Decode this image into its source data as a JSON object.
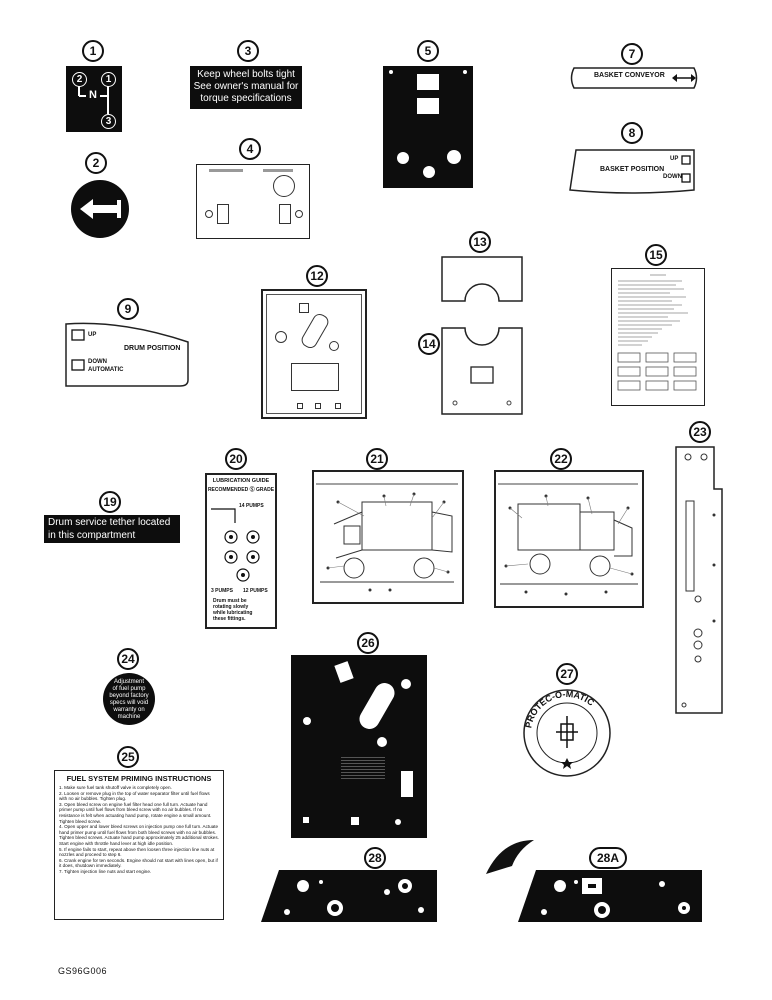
{
  "callouts": {
    "c1": "1",
    "c2": "2",
    "c3": "3",
    "c4": "4",
    "c5": "5",
    "c7": "7",
    "c8": "8",
    "c9": "9",
    "c12": "12",
    "c13": "13",
    "c14": "14",
    "c15": "15",
    "c19": "19",
    "c20": "20",
    "c21": "21",
    "c22": "22",
    "c23": "23",
    "c24": "24",
    "c25": "25",
    "c26": "26",
    "c27": "27",
    "c28": "28",
    "c28a": "28A"
  },
  "decal1": {
    "n": "N",
    "g1": "1",
    "g2": "2",
    "g3": "3"
  },
  "decal3": {
    "line1": "Keep wheel bolts tight",
    "line2": "See owner's manual for",
    "line3": "torque specifications"
  },
  "decal7": {
    "label": "BASKET CONVEYOR"
  },
  "decal8": {
    "label": "BASKET POSITION",
    "up": "UP",
    "down": "DOWN"
  },
  "decal9": {
    "up": "UP",
    "position": "DRUM POSITION",
    "down": "DOWN",
    "auto": "AUTOMATIC"
  },
  "decal19": {
    "line1": "Drum service tether located",
    "line2": "in this compartment"
  },
  "decal20": {
    "title1": "LUBRICATION GUIDE",
    "title2": "RECOMMENDED Ⓢ GRADE",
    "pumps_a": "14 PUMPS",
    "pumps_b": "3 PUMPS",
    "pumps_c": "12 PUMPS",
    "note1": "Drum must be",
    "note2": "rotating slowly",
    "note3": "while lubricating",
    "note4": "these fittings."
  },
  "decal24": {
    "line1": "Adjustment",
    "line2": "of fuel pump",
    "line3": "beyond factory",
    "line4": "specs will void",
    "line5": "warranty on",
    "line6": "machine"
  },
  "decal25": {
    "title": "FUEL SYSTEM PRIMING INSTRUCTIONS",
    "steps": [
      "1. Make sure fuel tank shutoff valve is completely open.",
      "2. Loosen or remove plug in the top of water separator filter until fuel flows with no air bubbles. Tighten plug.",
      "3. Open bleed screw on engine fuel filter head one full turn. Actuate hand primer pump until fuel flows from bleed screw with no air bubbles. If no resistance is felt when actuating hand pump, rotate engine a small amount.",
      "   Tighten bleed screw.",
      "4. Open upper and lower bleed screws on injection pump one full turn. Actuate hand primer pump until fuel flows from both bleed screws with no air bubbles. Tighten bleed screws. Actuate hand pump approximately 25 additional strokes.",
      "   Start engine with throttle hand lever at high idle position.",
      "5. If engine fails to start, repeat above then loosen three injection line nuts at nozzles and proceed to step 6.",
      "6. Crank engine for ten seconds. Engine should not start with lines open, but if it does, shutdown immediately.",
      "7. Tighten injection line nuts and start engine."
    ]
  },
  "decal27": {
    "ring": "PROTEC-O-MATIC"
  },
  "figure_id": "GS96G006"
}
